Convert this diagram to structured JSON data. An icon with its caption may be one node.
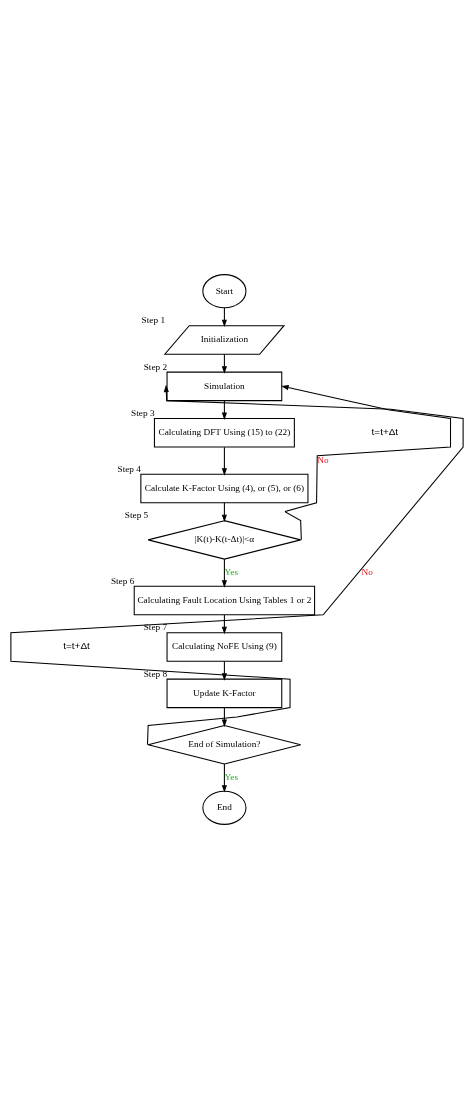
{
  "diagram": {
    "nodes": [
      {
        "text": [
          "Start"
        ]
      },
      {
        "text": [
          "Initialization"
        ],
        "beside": [
          "Step 1"
        ]
      },
      {
        "text": [
          "Simulation"
        ],
        "beside": [
          "Step 2"
        ]
      },
      {
        "text": [
          "Calculating DFT Using (15) to (22)"
        ],
        "beside": [
          "Step 3"
        ]
      },
      {
        "text": [
          "Calculate K-Factor Using (4), or (5), or (6)"
        ],
        "beside": [
          "Step 4"
        ]
      },
      {
        "text": [
          "|K(t)-K(t-Δt)|<α"
        ],
        "beside": [
          "Step 5"
        ]
      },
      {
        "text": [
          "Calculating Fault Location Using Tables 1 or 2"
        ],
        "beside": [
          "Step 6"
        ]
      },
      {
        "text": [
          "Calculating NoFE Using (9)"
        ],
        "beside": [
          "Step 7"
        ]
      },
      {
        "text": [
          "Update K-Factor"
        ],
        "beside": [
          "Step 8"
        ]
      },
      {
        "text": [
          "End of Simulation?"
        ]
      },
      {
        "text": [
          "End"
        ]
      }
    ],
    "edges": [
      {
        "from": 0,
        "to": 1,
        "arrow": "to"
      },
      {
        "from": 1,
        "to": 2,
        "arrow": "to"
      },
      {
        "from": 2,
        "to": 3,
        "arrow": "to"
      },
      {
        "from": 3,
        "to": 4,
        "arrow": "to"
      },
      {
        "from": 4,
        "to": 5,
        "arrow": "to"
      },
      {
        "from": 5,
        "to": 6,
        "arrow": "to",
        "label": "Yes"
      },
      {
        "from": 5,
        "to": 2,
        "arrow": "to",
        "label": "No"
      },
      {
        "from": 6,
        "to": 7,
        "arrow": "to"
      },
      {
        "from": 7,
        "to": 8,
        "arrow": "to"
      },
      {
        "from": 8,
        "to": 9,
        "arrow": "to"
      },
      {
        "from": 9,
        "to": 10,
        "arrow": "to",
        "label": "Yes"
      },
      {
        "from": 9,
        "to": 2,
        "arrow": "to",
        "label": "No"
      }
    ],
    "labels": [
      "t=t+Δt",
      "t=t+Δt"
    ]
  }
}
